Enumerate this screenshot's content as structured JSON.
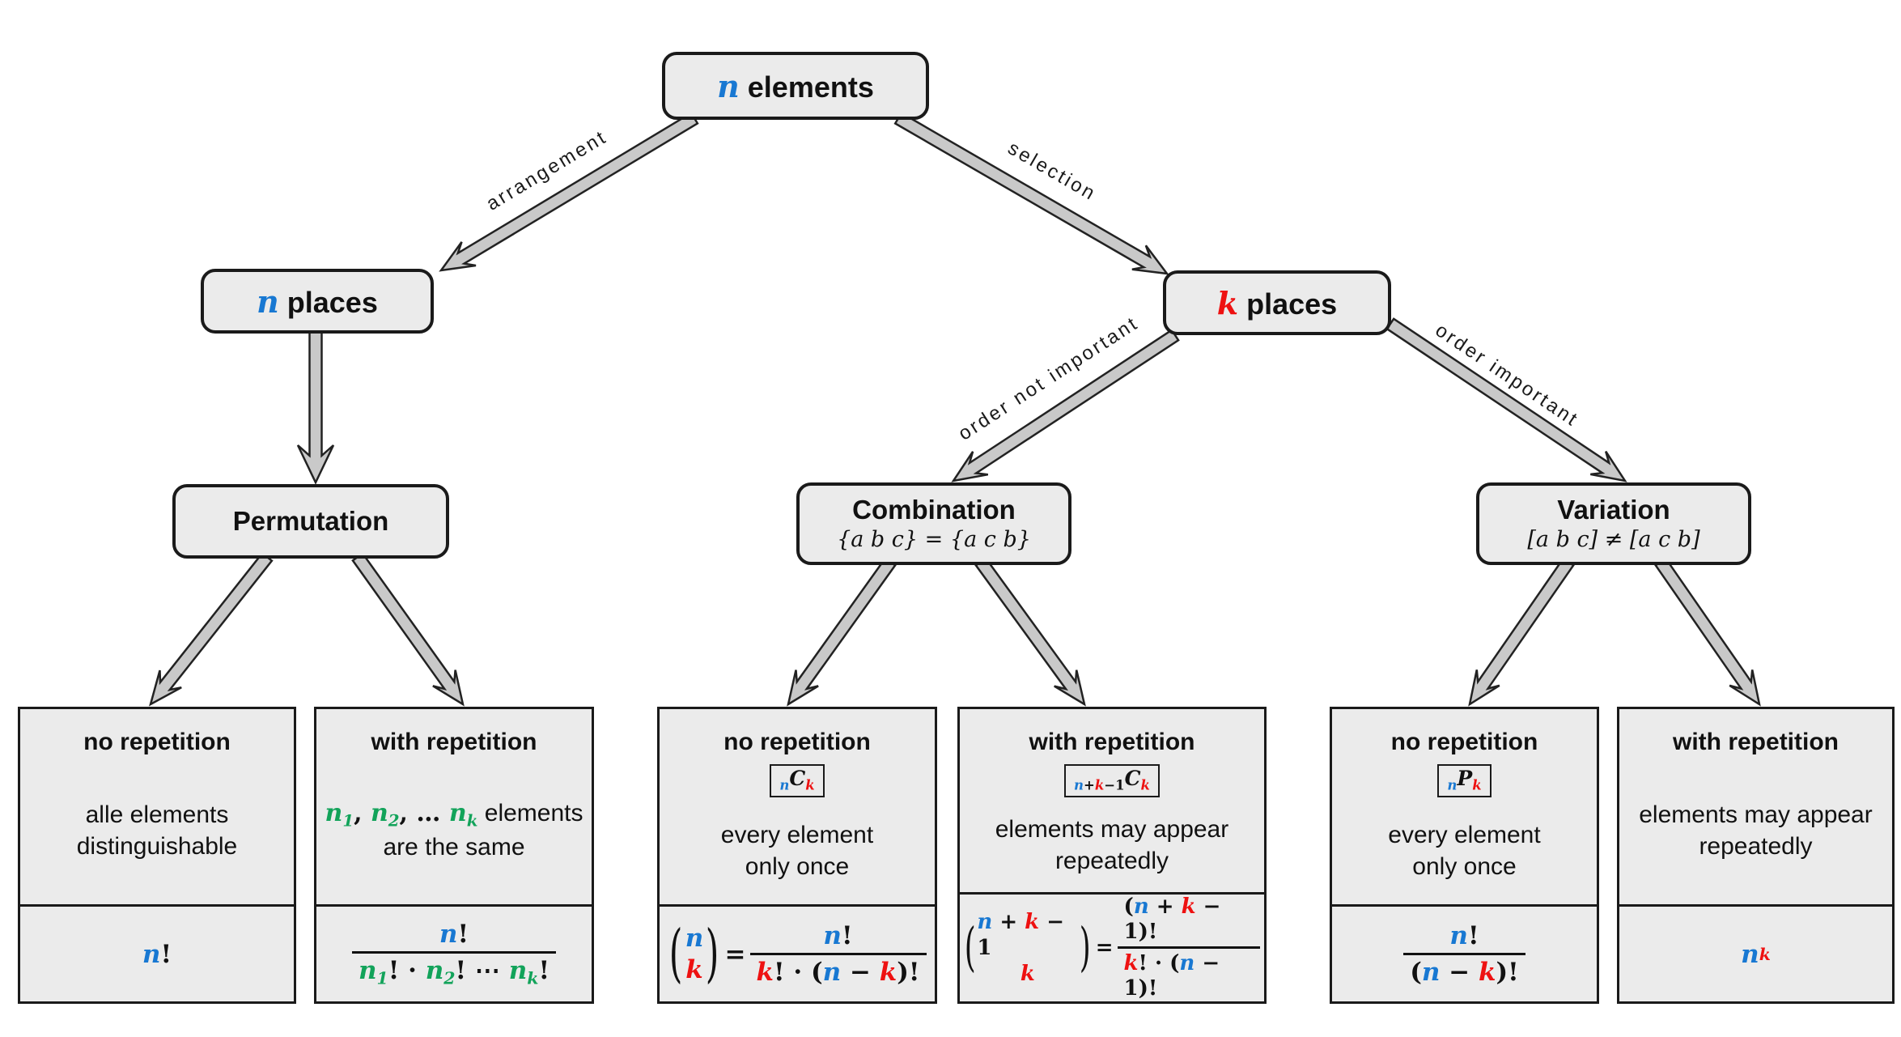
{
  "colors": {
    "blue": "#1878d2",
    "red": "#ee1111",
    "green": "#12a35a",
    "box_fill": "#ebebeb",
    "outline": "#1a1a1a",
    "arrow_fill": "#c9c9c9",
    "arrow_stroke": "#222222"
  },
  "root": {
    "label_tokens": [
      {
        "t": "n",
        "k": "v",
        "c": "blue"
      },
      {
        "t": " elements",
        "k": "t"
      }
    ]
  },
  "edges": {
    "arrangement": "arrangement",
    "selection": "selection",
    "order_not_important": "order not important",
    "order_important": "order important"
  },
  "n_places": {
    "label_tokens": [
      {
        "t": "n",
        "k": "v",
        "c": "blue"
      },
      {
        "t": " places",
        "k": "t"
      }
    ]
  },
  "k_places": {
    "label_tokens": [
      {
        "t": "k",
        "k": "v",
        "c": "red"
      },
      {
        "t": " places",
        "k": "t"
      }
    ]
  },
  "permutation": {
    "title": "Permutation"
  },
  "combination": {
    "title": "Combination",
    "subtitle_tokens": [
      {
        "t": "{a b c} = {a c b}",
        "k": "m"
      }
    ]
  },
  "variation": {
    "title": "Variation",
    "subtitle_tokens": [
      {
        "t": "[a b c] ≠ [a c b]",
        "k": "m"
      }
    ]
  },
  "leaves": [
    {
      "header": "no repetition",
      "badge": null,
      "description": [
        [
          {
            "t": "alle elements",
            "k": "t"
          }
        ],
        [
          {
            "t": "distinguishable",
            "k": "t"
          }
        ]
      ],
      "formula": [
        {
          "t": "n",
          "k": "v",
          "c": "blue"
        },
        {
          "t": "!",
          "k": "o"
        }
      ]
    },
    {
      "header": "with repetition",
      "badge": null,
      "description": [
        [
          {
            "t": "n",
            "k": "v",
            "c": "green"
          },
          {
            "t": "1",
            "k": "v",
            "c": "green",
            "sub": true
          },
          {
            "t": ", ",
            "k": "o"
          },
          {
            "t": "n",
            "k": "v",
            "c": "green"
          },
          {
            "t": "2",
            "k": "v",
            "c": "green",
            "sub": true
          },
          {
            "t": ", … ",
            "k": "o"
          },
          {
            "t": "n",
            "k": "v",
            "c": "green"
          },
          {
            "t": "k",
            "k": "v",
            "c": "green",
            "sub": true
          },
          {
            "t": " elements",
            "k": "t"
          }
        ],
        [
          {
            "t": "are the same",
            "k": "t"
          }
        ]
      ],
      "formula": [
        {
          "frac": {
            "num": [
              {
                "t": "n",
                "k": "v",
                "c": "blue"
              },
              {
                "t": "!",
                "k": "o"
              }
            ],
            "den": [
              {
                "t": "n",
                "k": "v",
                "c": "green"
              },
              {
                "t": "1",
                "k": "v",
                "c": "green",
                "sub": true
              },
              {
                "t": "! · ",
                "k": "o"
              },
              {
                "t": "n",
                "k": "v",
                "c": "green"
              },
              {
                "t": "2",
                "k": "v",
                "c": "green",
                "sub": true
              },
              {
                "t": "! ⋯ ",
                "k": "o"
              },
              {
                "t": "n",
                "k": "v",
                "c": "green"
              },
              {
                "t": "k",
                "k": "v",
                "c": "green",
                "sub": true
              },
              {
                "t": "!",
                "k": "o"
              }
            ]
          }
        }
      ]
    },
    {
      "header": "no repetition",
      "badge": [
        {
          "t": "n",
          "k": "v",
          "c": "blue",
          "sub": true
        },
        {
          "t": "C",
          "k": "v"
        },
        {
          "t": "k",
          "k": "v",
          "c": "red",
          "sub": true
        }
      ],
      "description": [
        [
          {
            "t": "every element",
            "k": "t"
          }
        ],
        [
          {
            "t": "only once",
            "k": "t"
          }
        ]
      ],
      "formula": [
        {
          "binom": {
            "top": [
              {
                "t": "n",
                "k": "v",
                "c": "blue"
              }
            ],
            "bot": [
              {
                "t": "k",
                "k": "v",
                "c": "red"
              }
            ]
          }
        },
        {
          "t": " = ",
          "k": "o"
        },
        {
          "frac": {
            "num": [
              {
                "t": "n",
                "k": "v",
                "c": "blue"
              },
              {
                "t": "!",
                "k": "o"
              }
            ],
            "den": [
              {
                "t": "k",
                "k": "v",
                "c": "red"
              },
              {
                "t": "! · (",
                "k": "o"
              },
              {
                "t": "n",
                "k": "v",
                "c": "blue"
              },
              {
                "t": " − ",
                "k": "o"
              },
              {
                "t": "k",
                "k": "v",
                "c": "red"
              },
              {
                "t": ")!",
                "k": "o"
              }
            ]
          }
        }
      ]
    },
    {
      "header": "with repetition",
      "badge": [
        {
          "t": "n",
          "k": "v",
          "c": "blue",
          "sub": true
        },
        {
          "t": "+",
          "k": "o",
          "sub": true
        },
        {
          "t": "k",
          "k": "v",
          "c": "red",
          "sub": true
        },
        {
          "t": "−1",
          "k": "o",
          "sub": true
        },
        {
          "t": "C",
          "k": "v"
        },
        {
          "t": "k",
          "k": "v",
          "c": "red",
          "sub": true
        }
      ],
      "description": [
        [
          {
            "t": "elements may appear",
            "k": "t"
          }
        ],
        [
          {
            "t": "repeatedly",
            "k": "t"
          }
        ]
      ],
      "formula": [
        {
          "binom": {
            "top": [
              {
                "t": "n",
                "k": "v",
                "c": "blue"
              },
              {
                "t": " + ",
                "k": "o"
              },
              {
                "t": "k",
                "k": "v",
                "c": "red"
              },
              {
                "t": " − 1",
                "k": "o"
              }
            ],
            "bot": [
              {
                "t": "k",
                "k": "v",
                "c": "red"
              }
            ]
          }
        },
        {
          "t": " = ",
          "k": "o"
        },
        {
          "frac": {
            "num": [
              {
                "t": "(",
                "k": "o"
              },
              {
                "t": "n",
                "k": "v",
                "c": "blue"
              },
              {
                "t": " + ",
                "k": "o"
              },
              {
                "t": "k",
                "k": "v",
                "c": "red"
              },
              {
                "t": " − 1",
                "k": "o"
              },
              {
                "t": ")!",
                "k": "o"
              }
            ],
            "den": [
              {
                "t": "k",
                "k": "v",
                "c": "red"
              },
              {
                "t": "! · (",
                "k": "o"
              },
              {
                "t": "n",
                "k": "v",
                "c": "blue"
              },
              {
                "t": " − 1)!",
                "k": "o"
              }
            ]
          }
        }
      ]
    },
    {
      "header": "no repetition",
      "badge": [
        {
          "t": "n",
          "k": "v",
          "c": "blue",
          "sub": true
        },
        {
          "t": "P",
          "k": "v"
        },
        {
          "t": "k",
          "k": "v",
          "c": "red",
          "sub": true
        }
      ],
      "description": [
        [
          {
            "t": "every element",
            "k": "t"
          }
        ],
        [
          {
            "t": "only once",
            "k": "t"
          }
        ]
      ],
      "formula": [
        {
          "frac": {
            "num": [
              {
                "t": "n",
                "k": "v",
                "c": "blue"
              },
              {
                "t": "!",
                "k": "o"
              }
            ],
            "den": [
              {
                "t": "(",
                "k": "o"
              },
              {
                "t": "n",
                "k": "v",
                "c": "blue"
              },
              {
                "t": " − ",
                "k": "o"
              },
              {
                "t": "k",
                "k": "v",
                "c": "red"
              },
              {
                "t": ")!",
                "k": "o"
              }
            ]
          }
        }
      ]
    },
    {
      "header": "with repetition",
      "badge": null,
      "description": [
        [
          {
            "t": "elements may appear",
            "k": "t"
          }
        ],
        [
          {
            "t": "repeatedly",
            "k": "t"
          }
        ]
      ],
      "formula": [
        {
          "t": "n",
          "k": "v",
          "c": "blue"
        },
        {
          "t": "k",
          "k": "v",
          "c": "red",
          "sup": true
        }
      ]
    }
  ]
}
